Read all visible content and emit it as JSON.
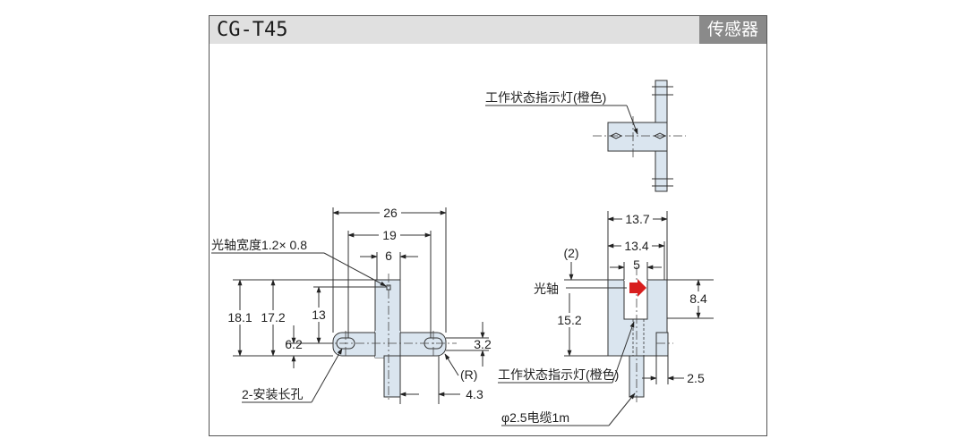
{
  "header": {
    "model": "CG-T45",
    "category": "传感器"
  },
  "colors": {
    "body_fill": "#dae5ef",
    "line": "#333333",
    "arrow": "#d81e1e",
    "title_bg": "#e0e0e0",
    "category_bg": "#8a8a8a"
  },
  "labels": {
    "indicator_top": "工作状态指示灯(橙色)",
    "optical_width": "光轴宽度1.2× 0.8",
    "mount_slots": "2-安装长孔",
    "optical_axis": "光轴",
    "indicator_side": "工作状态指示灯(橙色)",
    "cable": "φ2.5电缆1m",
    "radius": "(R)"
  },
  "dims": {
    "front": {
      "w26": "26",
      "w19": "19",
      "w6": "6",
      "h18_1": "18.1",
      "h17_2": "17.2",
      "h13": "13",
      "h6_2": "6.2",
      "h3_2": "3.2",
      "w4_3": "4.3"
    },
    "side": {
      "w13_7": "13.7",
      "w13_4": "13.4",
      "paren2": "(2)",
      "w5": "5",
      "h8_4": "8.4",
      "h15_2": "15.2",
      "w2_5": "2.5"
    }
  }
}
